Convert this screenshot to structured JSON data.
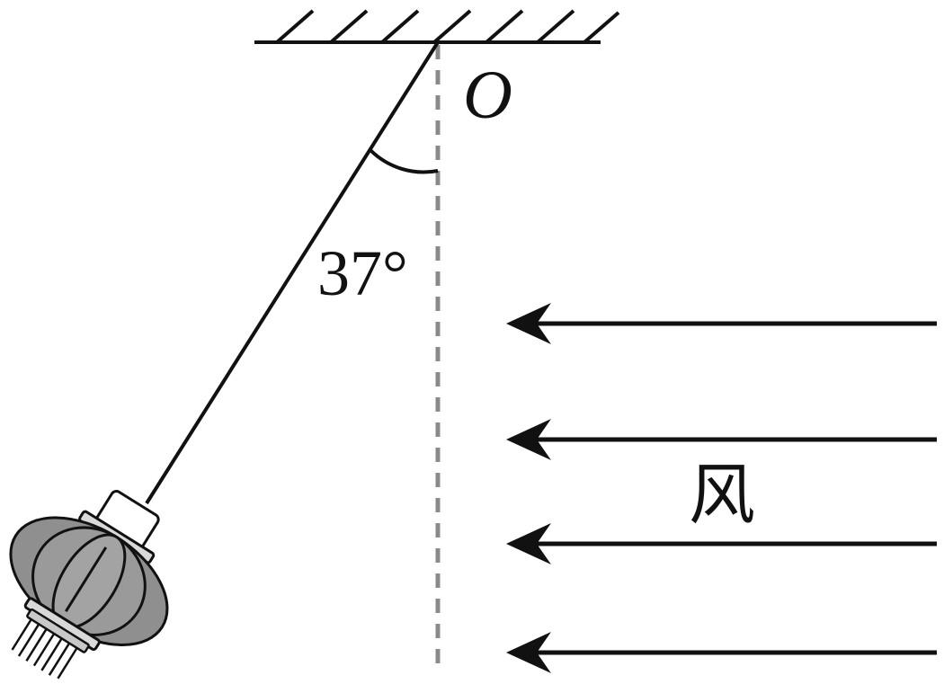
{
  "diagram": {
    "pivot_label": "O",
    "angle_label": "37°",
    "wind_label": "风",
    "wind_arrow_count": 4,
    "colors": {
      "ink": "#111111",
      "dashed_line": "#8a8a8a",
      "lantern_body": "#8f8f8f",
      "lantern_body_dark": "#6f6f6f",
      "lantern_cap": "#d9d9d9"
    }
  }
}
